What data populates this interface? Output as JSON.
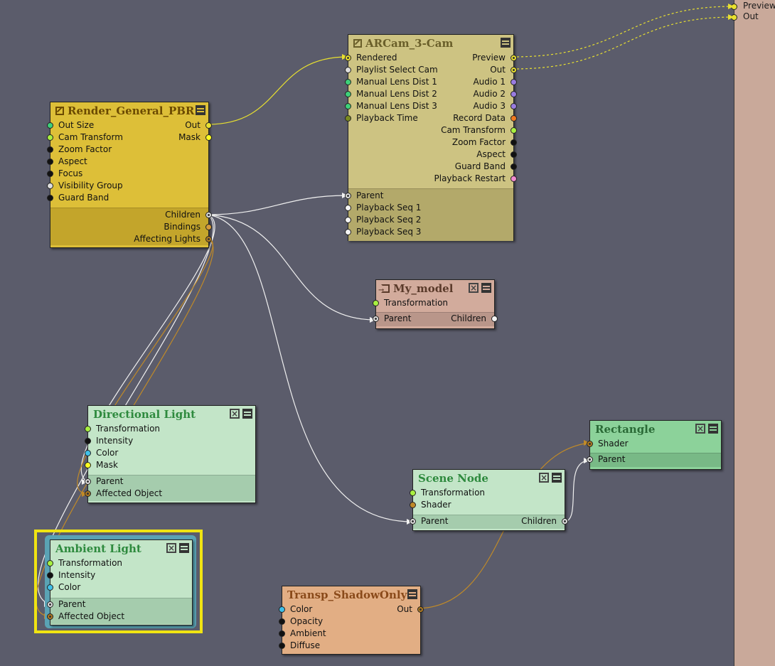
{
  "nodes": {
    "render_general": {
      "title": "Render_General_PBR",
      "inputs": [
        "Out Size",
        "Cam Transform",
        "Zoom Factor",
        "Aspect",
        "Focus",
        "Visibility Group",
        "Guard Band"
      ],
      "outputs": [
        "Out",
        "Mask"
      ],
      "outputs2": [
        "Children",
        "Bindings",
        "Affecting Lights"
      ],
      "color": "#ddbf38"
    },
    "arcam": {
      "title": "ARCam_3-Cam",
      "inputs": [
        "Rendered",
        "Playlist Select Cam",
        "Manual Lens Dist 1",
        "Manual Lens Dist 2",
        "Manual Lens Dist 3",
        "Playback Time"
      ],
      "outputs": [
        "Preview",
        "Out",
        "Audio 1",
        "Audio 2",
        "Audio 3",
        "Record Data",
        "Cam Transform",
        "Zoom Factor",
        "Aspect",
        "Guard Band",
        "Playback Restart"
      ],
      "inputs2": [
        "Parent",
        "Playback Seq 1",
        "Playback Seq 2",
        "Playback Seq 3"
      ],
      "color": "#cdc382"
    },
    "my_model": {
      "title": "My_model",
      "inputs": [
        "Transformation"
      ],
      "parent": "Parent",
      "children": "Children",
      "color": "#d2ab9c"
    },
    "directional_light": {
      "title": "Directional Light",
      "inputs": [
        "Transformation",
        "Intensity",
        "Color",
        "Mask"
      ],
      "inputs2": [
        "Parent",
        "Affected Object"
      ],
      "color": "#c3e5c8"
    },
    "ambient_light": {
      "title": "Ambient Light",
      "inputs": [
        "Transformation",
        "Intensity",
        "Color"
      ],
      "inputs2": [
        "Parent",
        "Affected Object"
      ],
      "color": "#c3e5c8"
    },
    "scene_node": {
      "title": "Scene Node",
      "inputs": [
        "Transformation",
        "Shader"
      ],
      "parent": "Parent",
      "children": "Children",
      "color": "#c3e5c8"
    },
    "rectangle": {
      "title": "Rectangle",
      "inputs": [
        "Shader"
      ],
      "parent": "Parent",
      "color": "#8cd29a"
    },
    "transp_shadow": {
      "title": "Transp_ShadowOnly",
      "inputs": [
        "Color",
        "Opacity",
        "Ambient",
        "Diffuse"
      ],
      "outputs": [
        "Out"
      ],
      "color": "#e2ae84"
    }
  },
  "right_panel": {
    "ports": [
      "Preview",
      "Out"
    ],
    "color": "#c9a99a"
  },
  "canvas_color": "#5b5c6b",
  "selected_node": "Ambient Light"
}
